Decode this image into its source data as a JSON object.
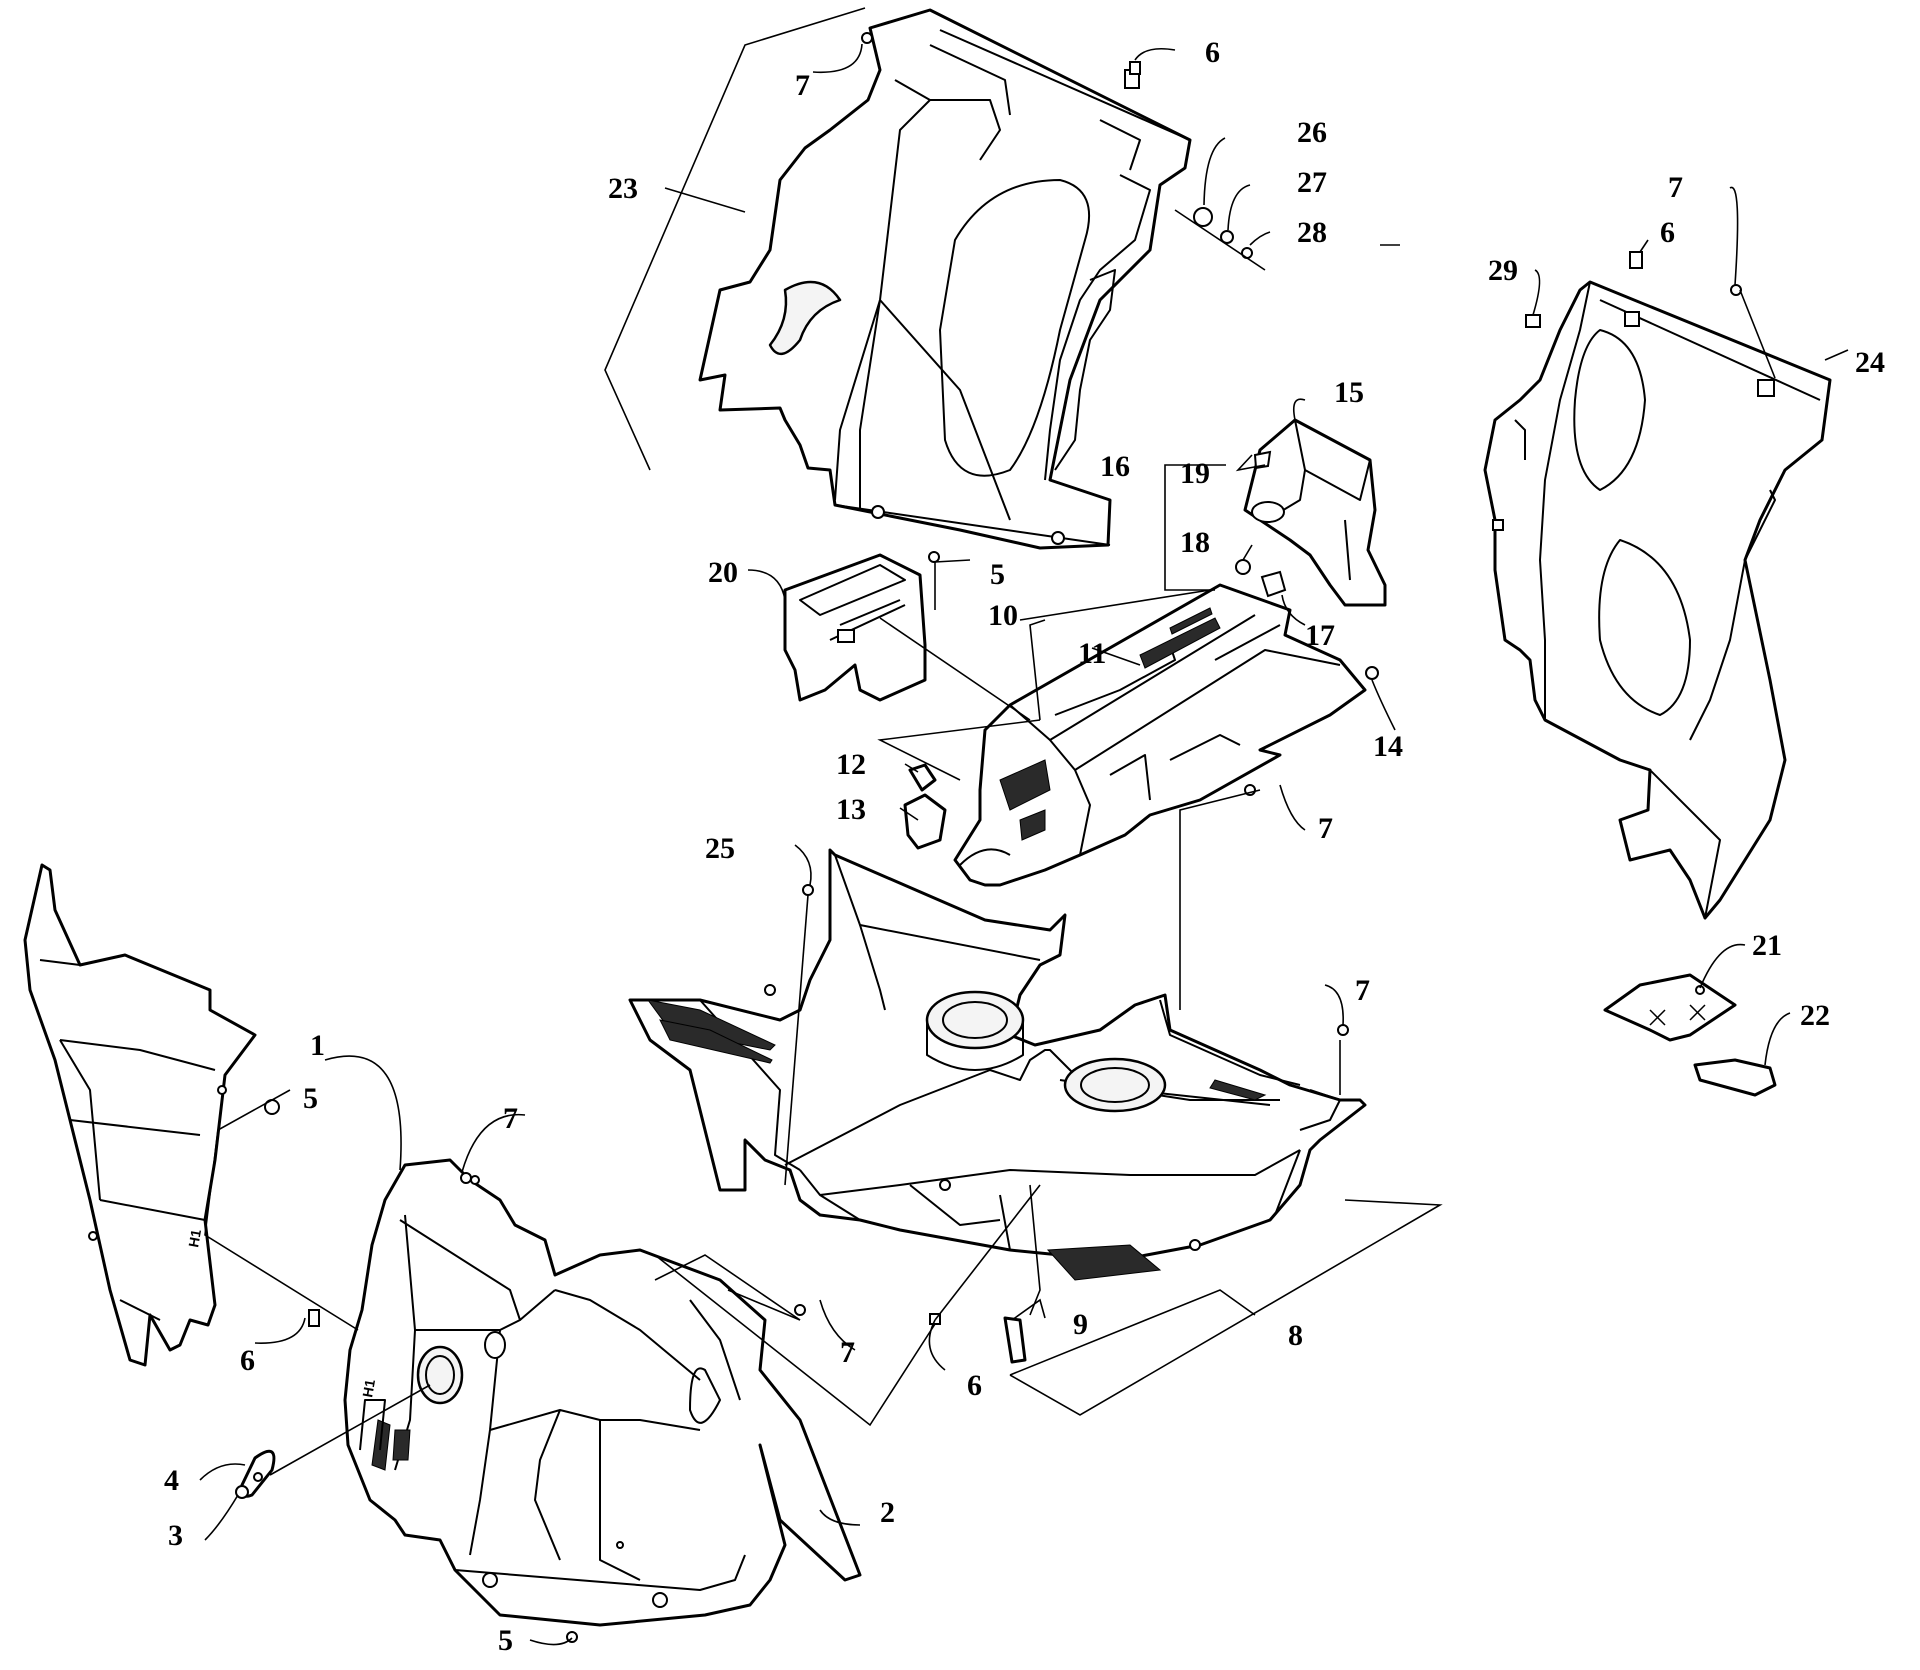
{
  "diagram": {
    "callouts": [
      {
        "id": "c1",
        "label": "1"
      },
      {
        "id": "c2",
        "label": "2"
      },
      {
        "id": "c3",
        "label": "3"
      },
      {
        "id": "c4",
        "label": "4"
      },
      {
        "id": "c5a",
        "label": "5"
      },
      {
        "id": "c5b",
        "label": "5"
      },
      {
        "id": "c5c",
        "label": "5"
      },
      {
        "id": "c6a",
        "label": "6"
      },
      {
        "id": "c6b",
        "label": "6"
      },
      {
        "id": "c6c",
        "label": "6"
      },
      {
        "id": "c6d",
        "label": "6"
      },
      {
        "id": "c7a",
        "label": "7"
      },
      {
        "id": "c7b",
        "label": "7"
      },
      {
        "id": "c7c",
        "label": "7"
      },
      {
        "id": "c7d",
        "label": "7"
      },
      {
        "id": "c7e",
        "label": "7"
      },
      {
        "id": "c7f",
        "label": "7"
      },
      {
        "id": "c8",
        "label": "8"
      },
      {
        "id": "c9",
        "label": "9"
      },
      {
        "id": "c10",
        "label": "10"
      },
      {
        "id": "c11",
        "label": "11"
      },
      {
        "id": "c12",
        "label": "12"
      },
      {
        "id": "c13",
        "label": "13"
      },
      {
        "id": "c14",
        "label": "14"
      },
      {
        "id": "c15",
        "label": "15"
      },
      {
        "id": "c16",
        "label": "16"
      },
      {
        "id": "c17",
        "label": "17"
      },
      {
        "id": "c18",
        "label": "18"
      },
      {
        "id": "c19",
        "label": "19"
      },
      {
        "id": "c20",
        "label": "20"
      },
      {
        "id": "c21",
        "label": "21"
      },
      {
        "id": "c22",
        "label": "22"
      },
      {
        "id": "c23",
        "label": "23"
      },
      {
        "id": "c24",
        "label": "24"
      },
      {
        "id": "c25",
        "label": "25"
      },
      {
        "id": "c26",
        "label": "26"
      },
      {
        "id": "c27",
        "label": "27"
      },
      {
        "id": "c28",
        "label": "28"
      },
      {
        "id": "c29",
        "label": "29"
      }
    ],
    "panel_marks": {
      "left_panel_mark": "H1",
      "front_panel_mark": "H1"
    }
  }
}
